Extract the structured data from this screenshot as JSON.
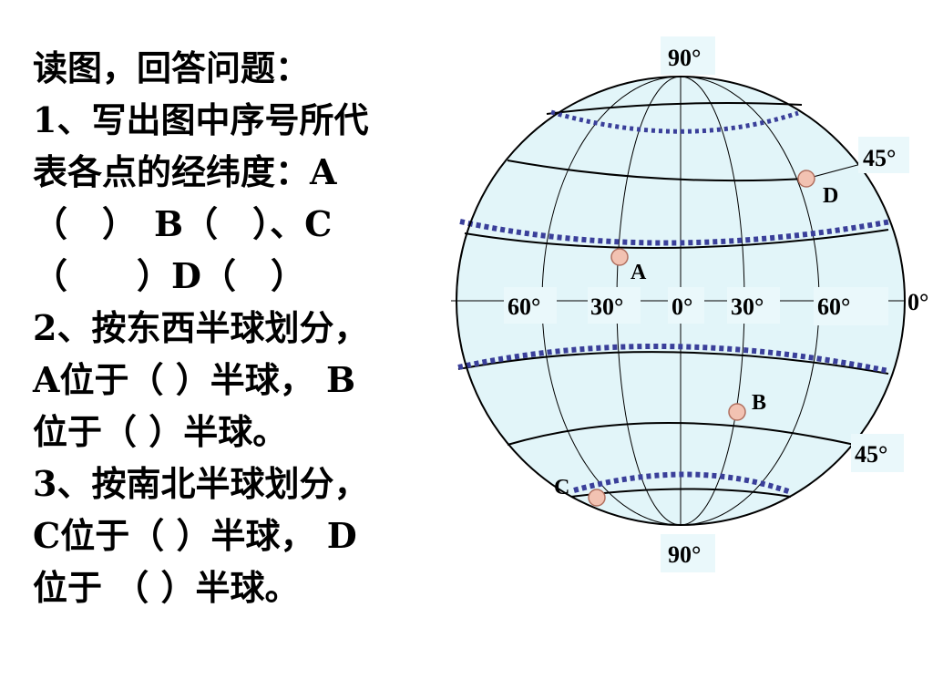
{
  "question": {
    "lines": [
      "读图，回答问题：",
      "1、写出图中序号所代",
      "表各点的经纬度：A",
      "（　）　B（　）、C",
      "（　　）D（　）",
      "2、按东西半球划分，",
      "A位于（ ）半球， B",
      "位于（ ）半球。",
      "3、按南北半球划分，",
      "C位于（ ）半球， D",
      "位于 （ ）半球。"
    ]
  },
  "globe": {
    "colors": {
      "ocean": "#e2f5f9",
      "outline": "#000000",
      "gridline": "#000000",
      "special_parallel": "#3a3f9a",
      "point_fill": "#f2c2b2",
      "point_stroke": "#b07060"
    },
    "labels": {
      "north_pole": "90°",
      "south_pole": "90°",
      "lat_north_45": "45°",
      "lat_south_45": "45°",
      "equator": "0°",
      "lon_60_west": "60°",
      "lon_30_west": "30°",
      "lon_0": "0°",
      "lon_30_east": "30°",
      "lon_60_east": "60°"
    },
    "points": {
      "A": "A",
      "B": "B",
      "C": "C",
      "D": "D"
    }
  }
}
